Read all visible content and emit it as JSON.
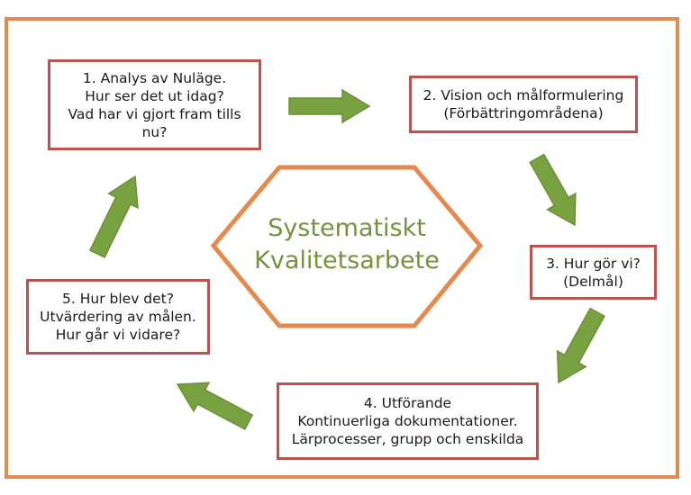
{
  "center": {
    "line1": "Systematiskt",
    "line2": "Kvalitetsarbete"
  },
  "steps": [
    {
      "lines": [
        "1. Analys av Nuläge.",
        "Hur ser det ut idag?",
        "Vad har vi gjort fram tills",
        "nu?"
      ]
    },
    {
      "lines": [
        "2. Vision och målformulering",
        "(Förbättringområdena)"
      ]
    },
    {
      "lines": [
        "3. Hur gör vi?",
        "(Delmål)"
      ]
    },
    {
      "lines": [
        "4. Utförande",
        "Kontinuerliga dokumentationer.",
        "Lärprocesser, grupp och enskilda"
      ]
    },
    {
      "lines": [
        "5. Hur blev det?",
        "Utvärdering av målen.",
        "Hur går vi vidare?"
      ]
    }
  ],
  "colors": {
    "frame": "#e58a4f",
    "box_border": "#c0504d",
    "arrow_fill": "#77a23f",
    "arrow_stroke": "#6b8e3a",
    "hexagon": "#e58a4f",
    "center_text": "#76923c"
  }
}
